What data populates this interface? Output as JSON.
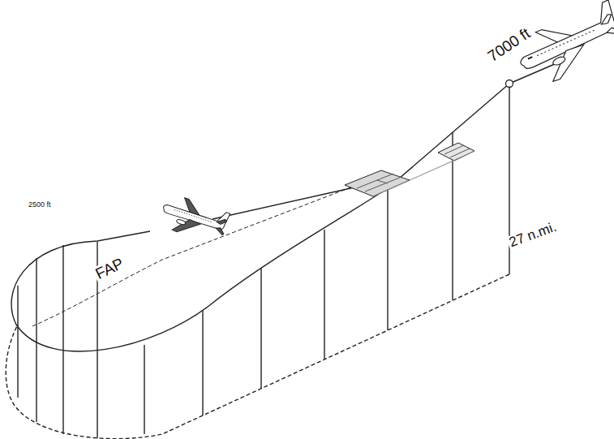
{
  "diagram": {
    "labels": [
      "2500 ft",
      "FAP",
      "7000 ft",
      "27 n.mi."
    ]
  }
}
